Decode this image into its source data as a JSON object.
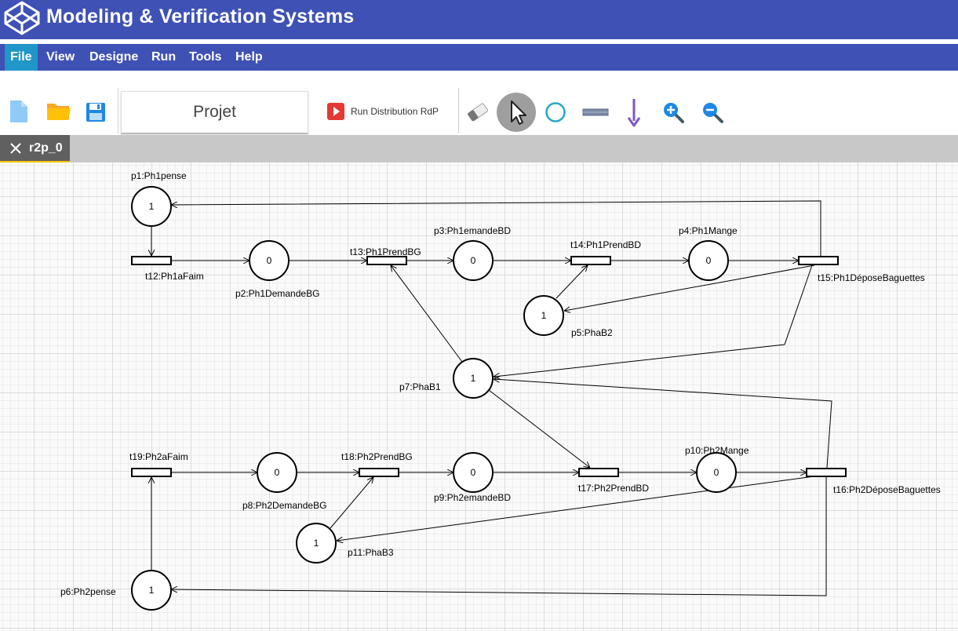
{
  "app": {
    "title": "Modeling & Verification Systems"
  },
  "menu": [
    "File",
    "View",
    "Designe",
    "Run",
    "Tools",
    "Help"
  ],
  "toolbar": {
    "project_label": "Projet",
    "run_label": "Run Distribution RdP"
  },
  "tabs": [
    {
      "label": "r2p_0"
    }
  ],
  "colors": {
    "primary": "#3f51b5",
    "menu_active": "#2196c8",
    "tab_underline": "#f2c200"
  },
  "petri_net": {
    "places": [
      {
        "id": "p1",
        "label": "p1:Ph1pense",
        "tokens": "1"
      },
      {
        "id": "p2",
        "label": "p2:Ph1DemandeBG",
        "tokens": "0"
      },
      {
        "id": "p3",
        "label": "p3:Ph1emandeBD",
        "tokens": "0"
      },
      {
        "id": "p4",
        "label": "p4:Ph1Mange",
        "tokens": "0"
      },
      {
        "id": "p5",
        "label": "p5:PhaB2",
        "tokens": "1"
      },
      {
        "id": "p7",
        "label": "p7:PhaB1",
        "tokens": "1"
      },
      {
        "id": "p8",
        "label": "p8:Ph2DemandeBG",
        "tokens": "0"
      },
      {
        "id": "p9",
        "label": "p9:Ph2emandeBD",
        "tokens": "0"
      },
      {
        "id": "p10",
        "label": "p10:Ph2Mange",
        "tokens": "0"
      },
      {
        "id": "p11",
        "label": "p11:PhaB3",
        "tokens": "1"
      },
      {
        "id": "p6",
        "label": "p6:Ph2pense",
        "tokens": "1"
      }
    ],
    "transitions": [
      {
        "id": "t12",
        "label": "t12:Ph1aFaim"
      },
      {
        "id": "t13",
        "label": "t13:Ph1PrendBG"
      },
      {
        "id": "t14",
        "label": "t14:Ph1PrendBD"
      },
      {
        "id": "t15",
        "label": "t15:Ph1DéposeBaguettes"
      },
      {
        "id": "t19",
        "label": "t19:Ph2aFaim"
      },
      {
        "id": "t18",
        "label": "t18:Ph2PrendBG"
      },
      {
        "id": "t17",
        "label": "t17:Ph2PrendBD"
      },
      {
        "id": "t16",
        "label": "t16:Ph2DéposeBaguettes"
      }
    ]
  }
}
